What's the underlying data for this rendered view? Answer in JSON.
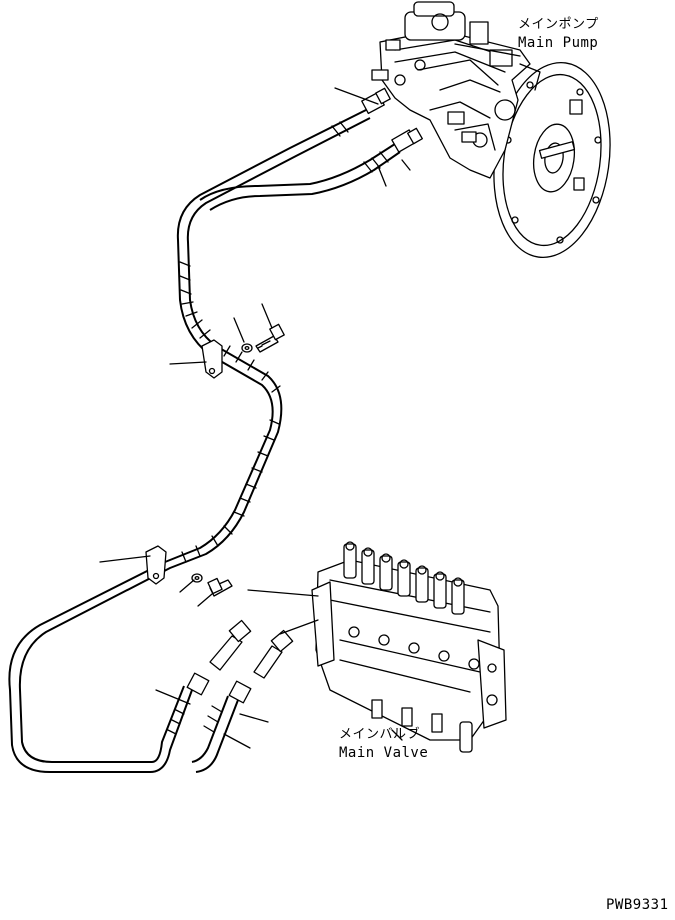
{
  "labels": {
    "main_pump_jp": "メインポンプ",
    "main_pump_en": "Main Pump",
    "main_valve_jp": "メインバルブ",
    "main_valve_en": "Main Valve",
    "drawing_number": "PWB9331"
  }
}
